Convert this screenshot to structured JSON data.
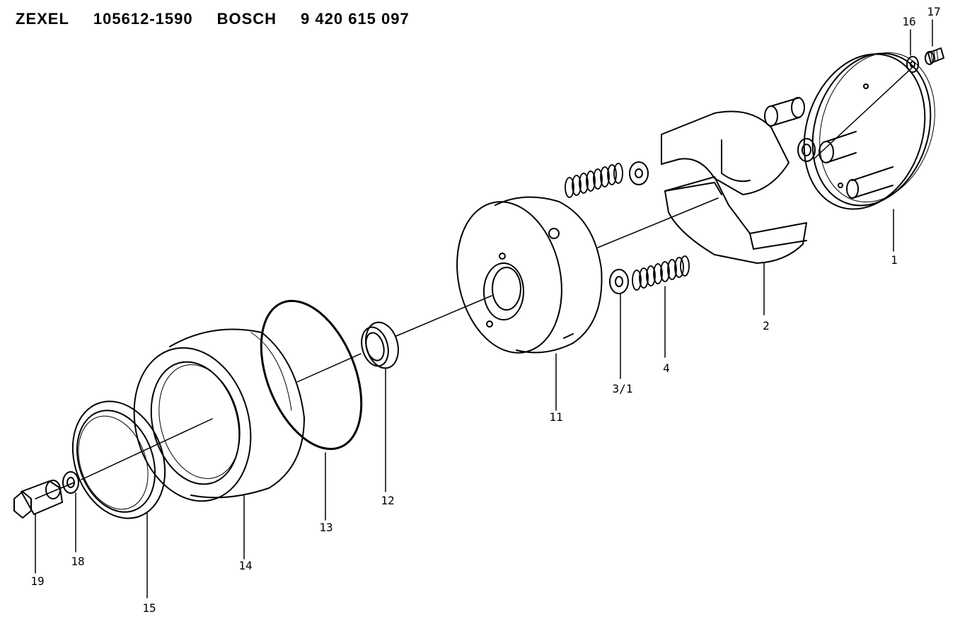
{
  "header": {
    "brand1": "ZEXEL",
    "number1": "105612-1590",
    "brand2": "BOSCH",
    "number2": "9 420 615 097"
  },
  "part_labels": {
    "p1": "1",
    "p2": "2",
    "p3": "3/1",
    "p4": "4",
    "p11": "11",
    "p12": "12",
    "p13": "13",
    "p14": "14",
    "p15": "15",
    "p16": "16",
    "p17": "17",
    "p18": "18",
    "p19": "19"
  }
}
